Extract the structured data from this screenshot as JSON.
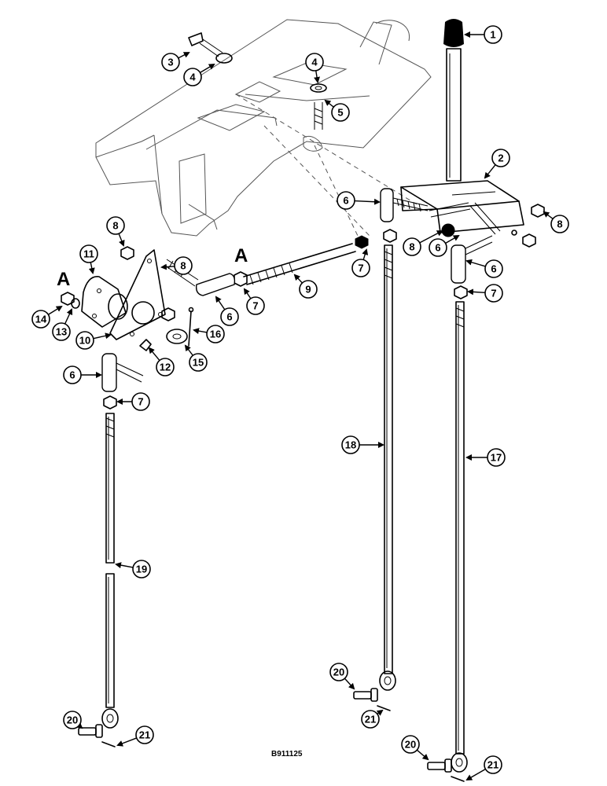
{
  "figure_id": "B911125",
  "view_markers": [
    "A",
    "A"
  ],
  "callouts": [
    {
      "label": "1"
    },
    {
      "label": "2"
    },
    {
      "label": "3"
    },
    {
      "label": "4"
    },
    {
      "label": "4"
    },
    {
      "label": "5"
    },
    {
      "label": "6"
    },
    {
      "label": "6"
    },
    {
      "label": "6"
    },
    {
      "label": "6"
    },
    {
      "label": "6"
    },
    {
      "label": "7"
    },
    {
      "label": "7"
    },
    {
      "label": "7"
    },
    {
      "label": "7"
    },
    {
      "label": "8"
    },
    {
      "label": "8"
    },
    {
      "label": "8"
    },
    {
      "label": "8"
    },
    {
      "label": "9"
    },
    {
      "label": "10"
    },
    {
      "label": "11"
    },
    {
      "label": "12"
    },
    {
      "label": "13"
    },
    {
      "label": "14"
    },
    {
      "label": "15"
    },
    {
      "label": "16"
    },
    {
      "label": "17"
    },
    {
      "label": "18"
    },
    {
      "label": "19"
    },
    {
      "label": "20"
    },
    {
      "label": "20"
    },
    {
      "label": "20"
    },
    {
      "label": "21"
    },
    {
      "label": "21"
    },
    {
      "label": "21"
    }
  ]
}
